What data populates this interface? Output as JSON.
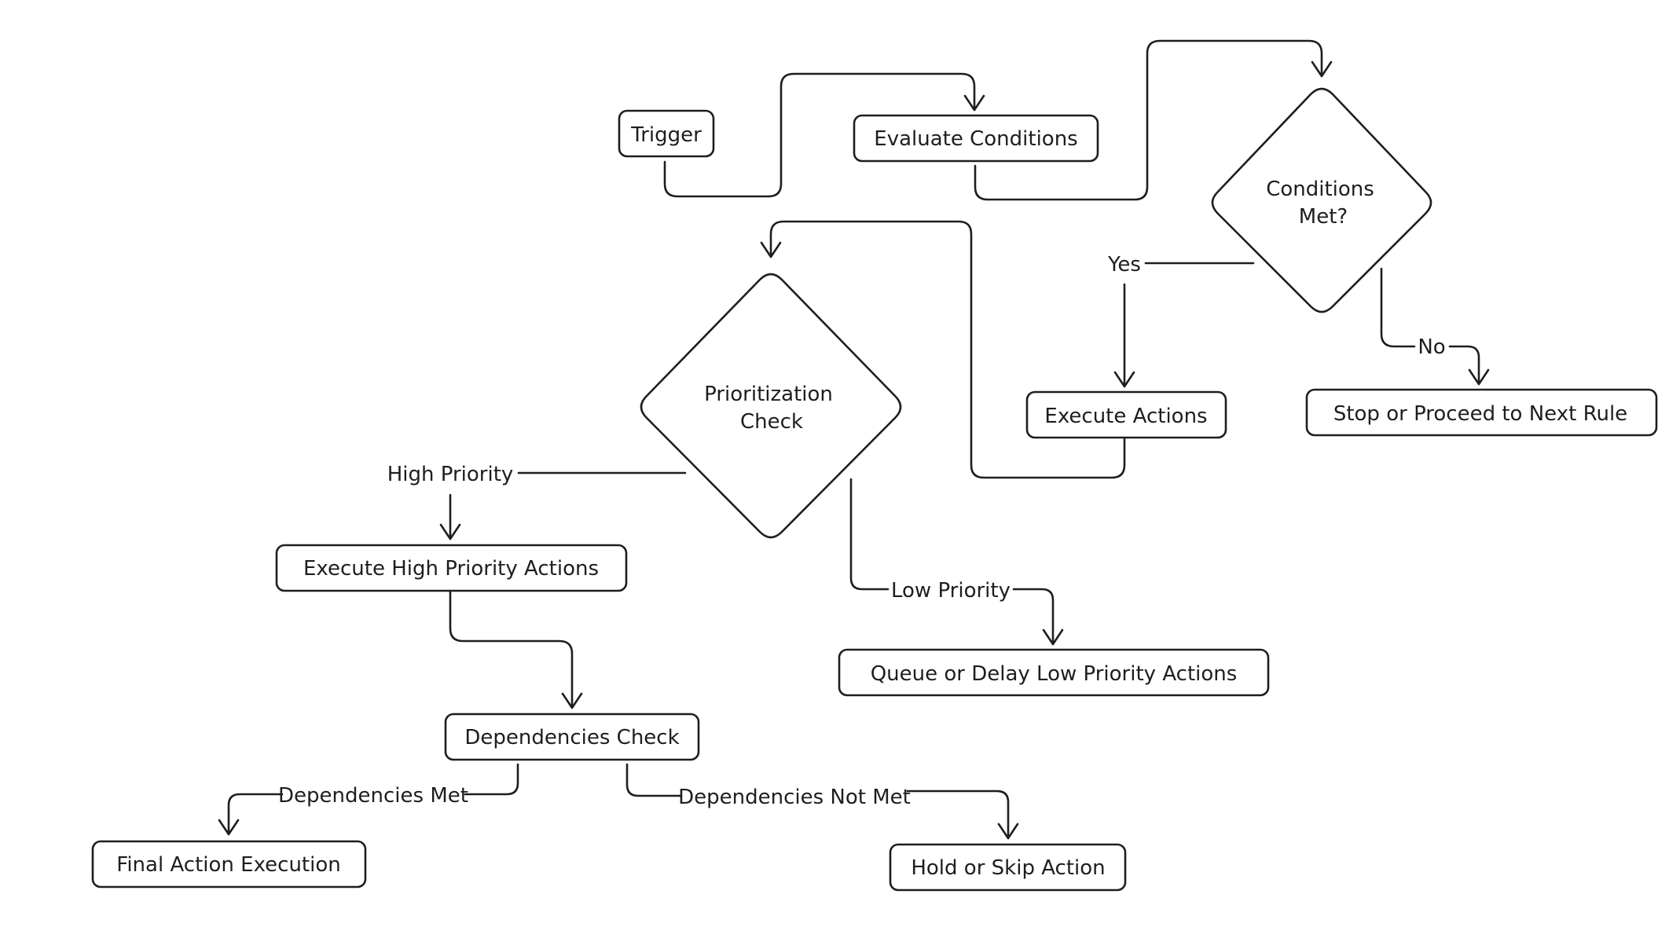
{
  "nodes": {
    "trigger": "Trigger",
    "evaluate": "Evaluate Conditions",
    "conditions_line1": "Conditions",
    "conditions_line2": "Met?",
    "execute_actions": "Execute Actions",
    "stop_or_proceed": "Stop or Proceed to Next Rule",
    "prioritization_line1": "Prioritization",
    "prioritization_line2": "Check",
    "execute_high": "Execute High Priority Actions",
    "queue_low": "Queue or Delay Low Priority Actions",
    "dependencies_check": "Dependencies Check",
    "final_action": "Final Action Execution",
    "hold_or_skip": "Hold or Skip Action"
  },
  "edges": {
    "yes": "Yes",
    "no": "No",
    "high_priority": "High Priority",
    "low_priority": "Low Priority",
    "dependencies_met": "Dependencies Met",
    "dependencies_not_met": "Dependencies Not Met"
  },
  "colors": {
    "stroke": "#1e1e1e",
    "background": "#ffffff"
  }
}
